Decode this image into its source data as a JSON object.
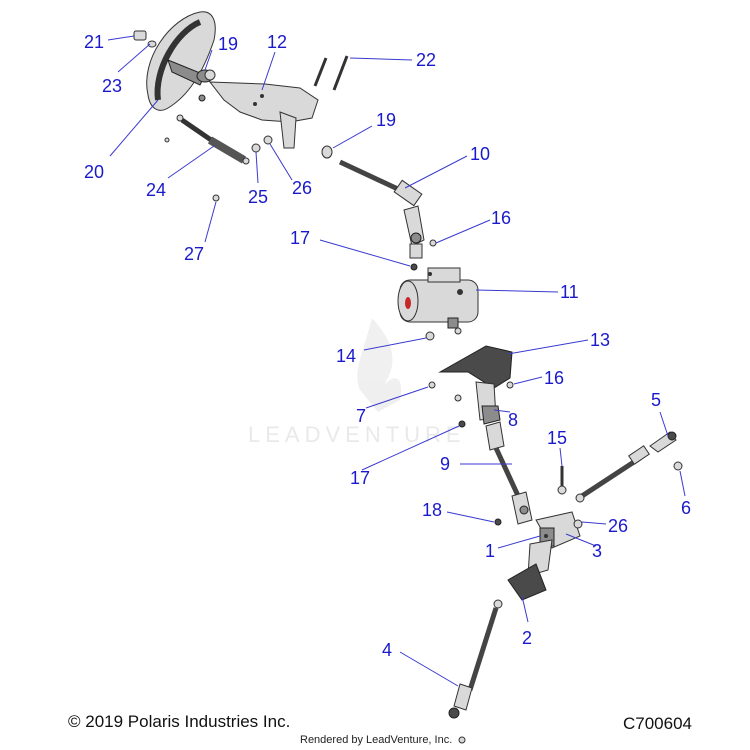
{
  "watermark": {
    "brand_text": "LEADVENTURE"
  },
  "callouts": [
    {
      "id": "21",
      "label": "21"
    },
    {
      "id": "23",
      "label": "23"
    },
    {
      "id": "19a",
      "label": "19"
    },
    {
      "id": "12",
      "label": "12"
    },
    {
      "id": "22",
      "label": "22"
    },
    {
      "id": "20",
      "label": "20"
    },
    {
      "id": "19b",
      "label": "19"
    },
    {
      "id": "10",
      "label": "10"
    },
    {
      "id": "24",
      "label": "24"
    },
    {
      "id": "25",
      "label": "25"
    },
    {
      "id": "26a",
      "label": "26"
    },
    {
      "id": "16a",
      "label": "16"
    },
    {
      "id": "27",
      "label": "27"
    },
    {
      "id": "17a",
      "label": "17"
    },
    {
      "id": "11",
      "label": "11"
    },
    {
      "id": "14",
      "label": "14"
    },
    {
      "id": "13",
      "label": "13"
    },
    {
      "id": "16b",
      "label": "16"
    },
    {
      "id": "7",
      "label": "7"
    },
    {
      "id": "8",
      "label": "8"
    },
    {
      "id": "5",
      "label": "5"
    },
    {
      "id": "15",
      "label": "15"
    },
    {
      "id": "17b",
      "label": "17"
    },
    {
      "id": "9",
      "label": "9"
    },
    {
      "id": "6",
      "label": "6"
    },
    {
      "id": "18",
      "label": "18"
    },
    {
      "id": "26b",
      "label": "26"
    },
    {
      "id": "1",
      "label": "1"
    },
    {
      "id": "3",
      "label": "3"
    },
    {
      "id": "2",
      "label": "2"
    },
    {
      "id": "4",
      "label": "4"
    }
  ],
  "footer": {
    "copyright": "© 2019 Polaris Industries Inc.",
    "rendered_by": "Rendered by LeadVenture, Inc.",
    "diagram_code": "C700604"
  }
}
